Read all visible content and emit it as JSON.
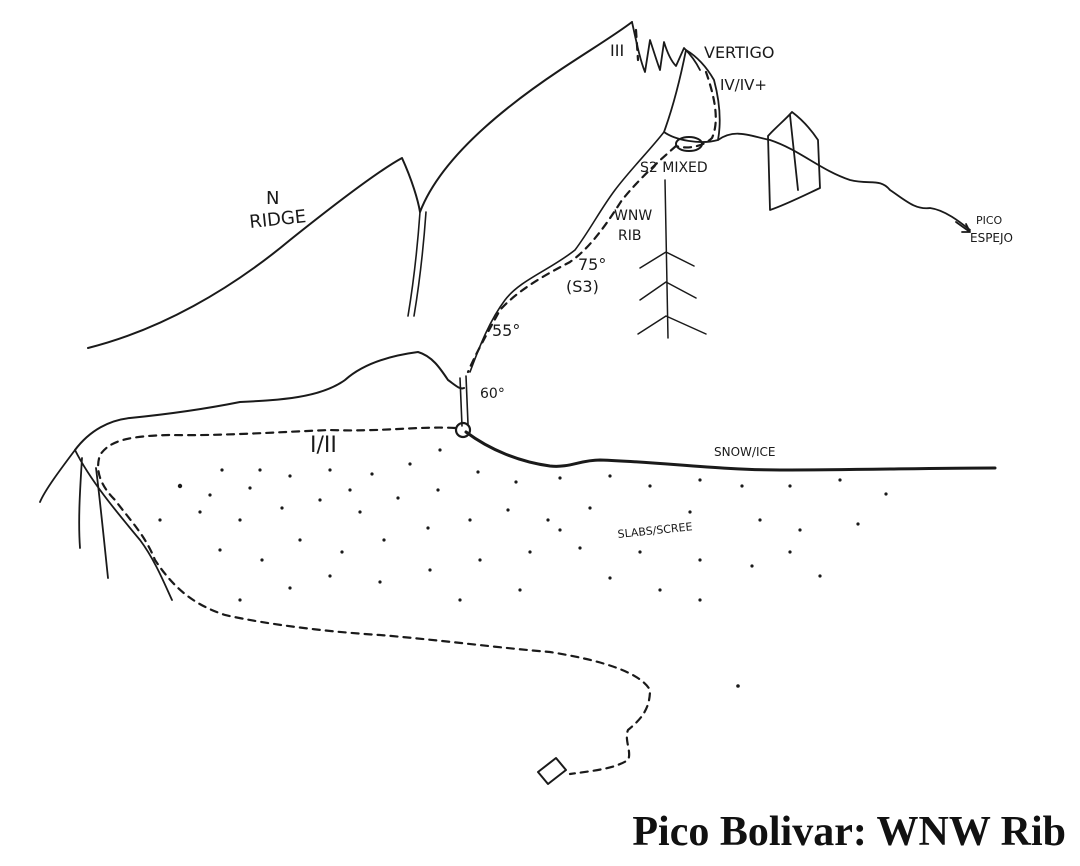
{
  "caption": "Pico Bolivar: WNW Rib",
  "labels": {
    "n": "N",
    "ridge": "RIDGE",
    "grade_summit": "III",
    "vertigo": "VERTIGO",
    "grade_vertigo": "IV/IV+",
    "mixed": "S2 MIXED",
    "wnw": "WNW",
    "rib": "RIB",
    "angle_75": "75°",
    "s3": "(S3)",
    "angle_55": "55°",
    "angle_60": "60°",
    "grade_approach": "I/II",
    "snow_ice": "SNOW/ICE",
    "slabs_scree": "SLABS/SCREE",
    "pico": "PICO",
    "espejo": "ESPEJO"
  }
}
